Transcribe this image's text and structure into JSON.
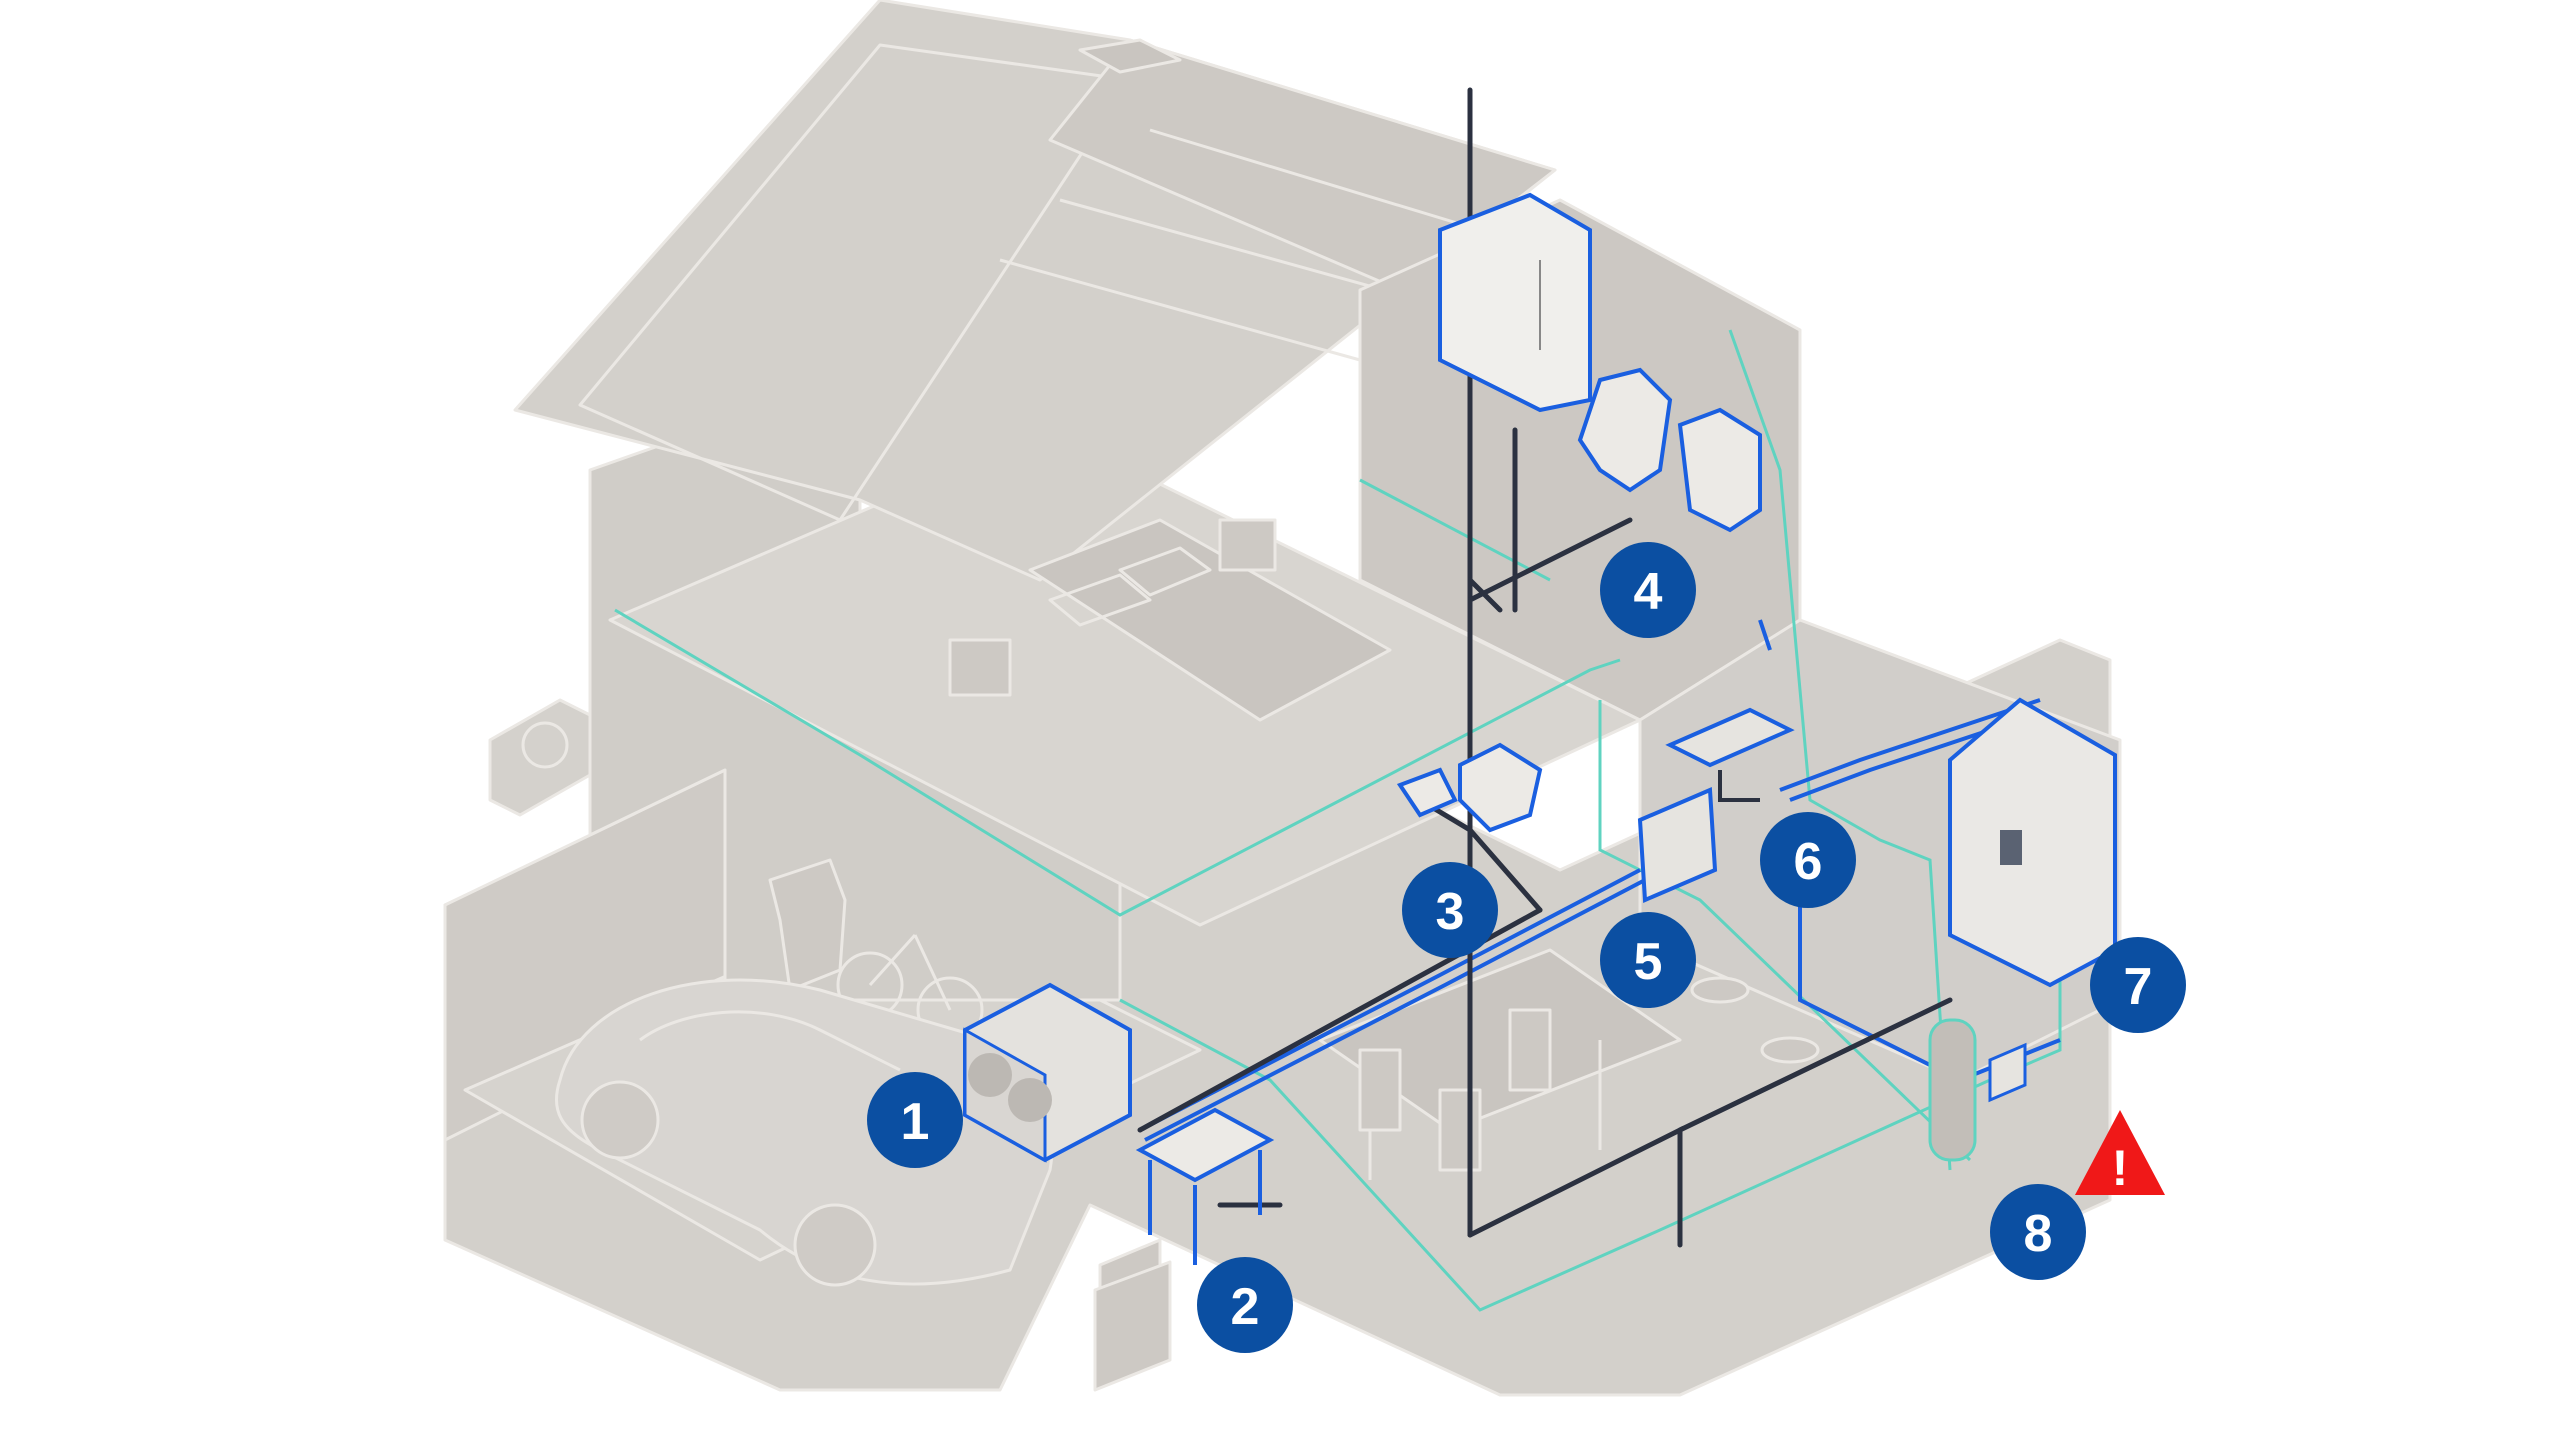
{
  "colors": {
    "background": "#ffffff",
    "house_fill": "#d3d0cb",
    "house_fill_dark": "#c6c2bc",
    "house_line": "#ebe8e4",
    "water_pipe_blue": "#1a5fe0",
    "water_pipe_teal": "#5fd3c0",
    "drain_pipe": "#2b3140",
    "marker_fill": "#0b4fa2",
    "marker_text": "#ffffff",
    "warning": "#f01818"
  },
  "markers": [
    {
      "id": "1",
      "label": "1"
    },
    {
      "id": "2",
      "label": "2"
    },
    {
      "id": "3",
      "label": "3"
    },
    {
      "id": "4",
      "label": "4"
    },
    {
      "id": "5",
      "label": "5"
    },
    {
      "id": "6",
      "label": "6"
    },
    {
      "id": "7",
      "label": "7"
    },
    {
      "id": "8",
      "label": "8"
    }
  ],
  "warning": {
    "symbol": "!",
    "icon": "warning-triangle-icon"
  },
  "icons": [
    "washer-dryer-icon",
    "utility-sink-icon",
    "bathroom-sink-icon",
    "toilet-icon",
    "shower-icon",
    "water-heater-tank-icon",
    "refrigerator-icon",
    "kitchen-sink-icon",
    "water-softener-icon",
    "electric-car-icon",
    "bicycle-icon",
    "trash-bin-icon",
    "ac-unit-icon",
    "water-shutoff-valve-icon"
  ]
}
